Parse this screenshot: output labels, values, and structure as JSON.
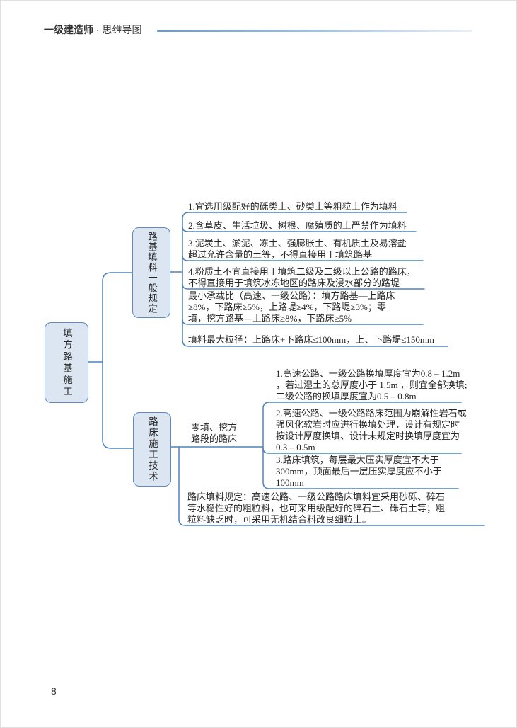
{
  "header": {
    "title_bold": "一级建造师",
    "title_rest": " · 思维导图"
  },
  "page": {
    "number": "8"
  },
  "colors": {
    "line_blue": "#4f81bd",
    "node_fill": "#dce6f2",
    "node_border": "#5d8ac4",
    "header_rule_start": "#6f97cc",
    "header_rule_end": "#e8f0f9",
    "text": "#262626"
  },
  "mindmap": {
    "root": {
      "label": "填方路基施工"
    },
    "branches": [
      {
        "label": "路基填料一般规定",
        "leaves": [
          "1.宜选用级配好的砾类土、砂类土等粗粒土作为填料",
          "2.含草皮、生活垃圾、树根、腐殖质的土严禁作为填料",
          "3.泥炭土、淤泥、冻土、强膨胀土、有机质土及易溶盐\n超过允许含量的土等，不得直接用于填筑路基",
          "4.粉质土不宜直接用于填筑二级及二级以上公路的路床，\n不得直接用于填筑冰冻地区的路床及浸水部分的路堤",
          "最小承载比（高速、一级公路）：填方路基—上路床\n≥8%，下路床≥5%，上路堤≥4%，下路堤≥3%；零\n填，挖方路基—上路床≥8%，下路床≥5%",
          "填料最大粒径：上路床+下路床≤100mm，上、下路堤≤150mm"
        ]
      },
      {
        "label": "路床施工技术",
        "children": [
          {
            "label": "零填、挖方\n路段的路床",
            "items": [
              "1.高速公路、一级公路换填厚度宜为0.8 – 1.2m\n，若过湿土的总厚度小于 1.5m ，则宜全部换填;\n二级公路的换填厚度宜为0.5 – 0.8m",
              "2.高速公路、一级公路路床范围为崩解性岩石或\n强风化软岩时应进行换填处理，设计有规定时\n按设计厚度换填、设计未规定时换填厚度宜为\n0.3 – 0.5m",
              "3.路床填筑，每层最大压实厚度宜不大于\n300mm，顶面最后一层压实厚度应不小于\n100mm"
            ]
          },
          {
            "text": "路床填料规定：高速公路、一级公路路床填料宜采用砂砾、碎石\n等水稳性好的粗粒料，也可采用级配好的碎石土、砾石土等；粗\n粒料缺乏时，可采用无机结合料改良细粒土。"
          }
        ]
      }
    ]
  }
}
